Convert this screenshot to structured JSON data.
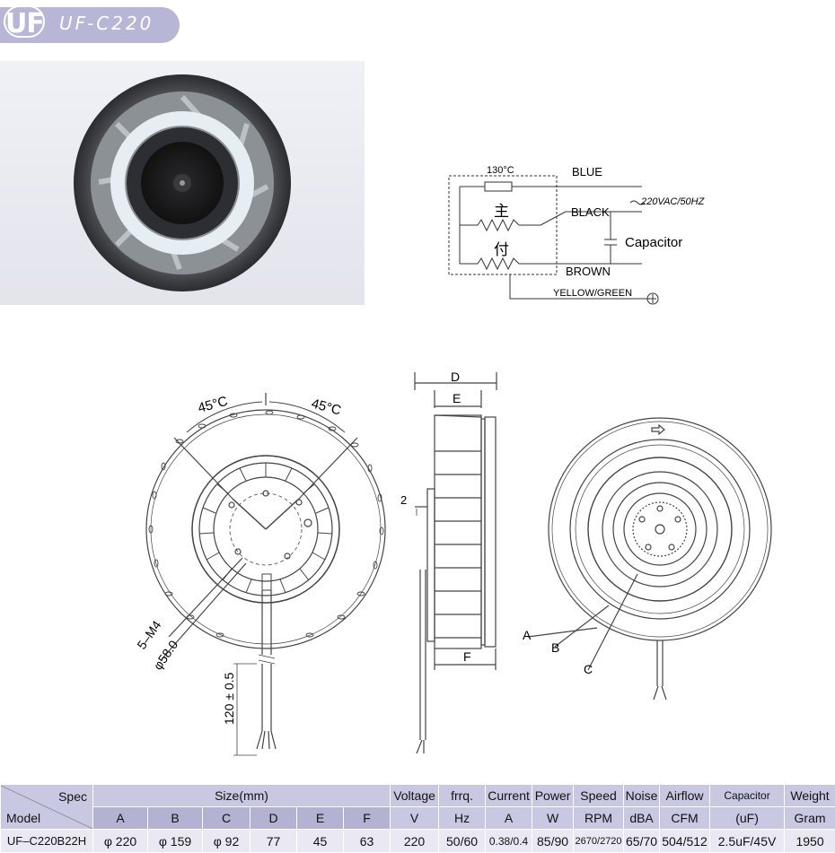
{
  "header": {
    "logo": "UF",
    "model": "UF-C220"
  },
  "wiring": {
    "thermal": "130°C",
    "blue": "BLUE",
    "black": "BLACK",
    "brown": "BROWN",
    "yg": "YELLOW/GREEN",
    "supply": "220VAC/50HZ",
    "capacitor": "Capacitor",
    "main_coil": "主",
    "aux_coil": "付"
  },
  "front_view": {
    "angle_left": "45°C",
    "angle_right": "45°C",
    "holes": "5–M4",
    "pcd": "φ58.0",
    "lead": "120 ± 0.5"
  },
  "side_view": {
    "D": "D",
    "E": "E",
    "F": "F",
    "two": "2"
  },
  "back_view": {
    "A": "A",
    "B": "B",
    "C": "C"
  },
  "table": {
    "spec_label": "Spec",
    "model_label": "Model",
    "size_group": "Size(mm)",
    "size_cols": [
      "A",
      "B",
      "C",
      "D",
      "E",
      "F"
    ],
    "other_cols": [
      {
        "top": "Voltage",
        "bottom": "V"
      },
      {
        "top": "frrq.",
        "bottom": "Hz"
      },
      {
        "top": "Current",
        "bottom": "A"
      },
      {
        "top": "Power",
        "bottom": "W"
      },
      {
        "top": "Speed",
        "bottom": "RPM"
      },
      {
        "top": "Noise",
        "bottom": "dBA"
      },
      {
        "top": "Airflow",
        "bottom": "CFM"
      },
      {
        "top": "Capacitor",
        "bottom": "(uF)"
      },
      {
        "top": "Weight",
        "bottom": "Gram"
      }
    ],
    "row": [
      "UF–C220B22H",
      "φ 220",
      "φ 159",
      "φ 92",
      "77",
      "45",
      "63",
      "220",
      "50/60",
      "0.38/0.4",
      "85/90",
      "2670/2720",
      "65/70",
      "504/512",
      "2.5uF/45V",
      "1950"
    ]
  },
  "colors": {
    "header_bg": "#b7b6d6",
    "table_header": "#c9c8e2",
    "table_row": "#e9e8f3"
  }
}
